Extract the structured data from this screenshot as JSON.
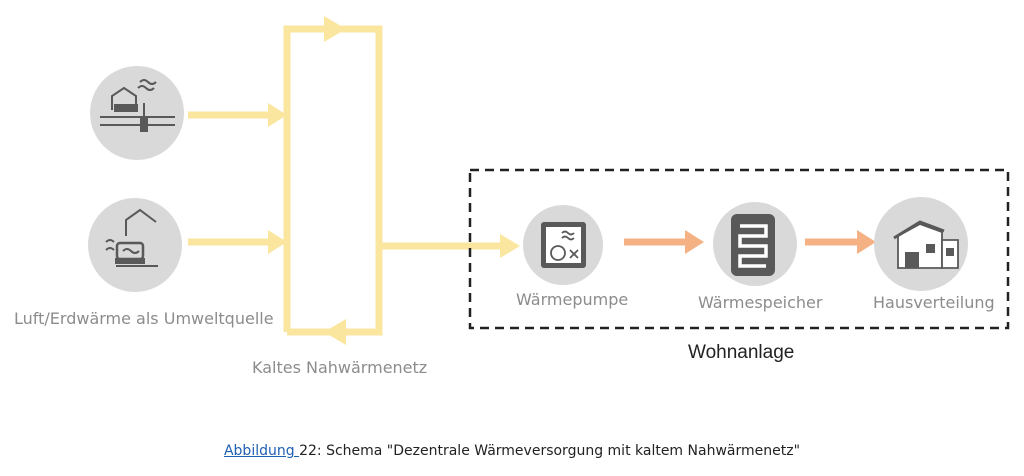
{
  "labels": {
    "source": "Luft/Erdwärme als Umweltquelle",
    "network": "Kaltes Nahwärmenetz",
    "heat_pump": "Wärmepumpe",
    "storage": "Wärmespeicher",
    "distribution": "Hausverteilung",
    "complex": "Wohnanlage"
  },
  "caption": {
    "link": "Abbildung ",
    "number": "22",
    "text": ": Schema \"Dezentrale Wärmeversorgung mit kaltem Nahwärmenetz\""
  },
  "icons": {
    "source_ground": "ground-collector-icon",
    "source_air": "air-collector-icon",
    "heat_pump": "heat-pump-icon",
    "storage": "heat-storage-icon",
    "distribution": "house-icon"
  },
  "colors": {
    "cold_network": "#fbe6a0",
    "warm_flow": "#f4b183",
    "icon_circle": "#d9d9d9",
    "icon_dark": "#595959",
    "label": "#8c8c8c",
    "link": "#1f5fb4"
  }
}
